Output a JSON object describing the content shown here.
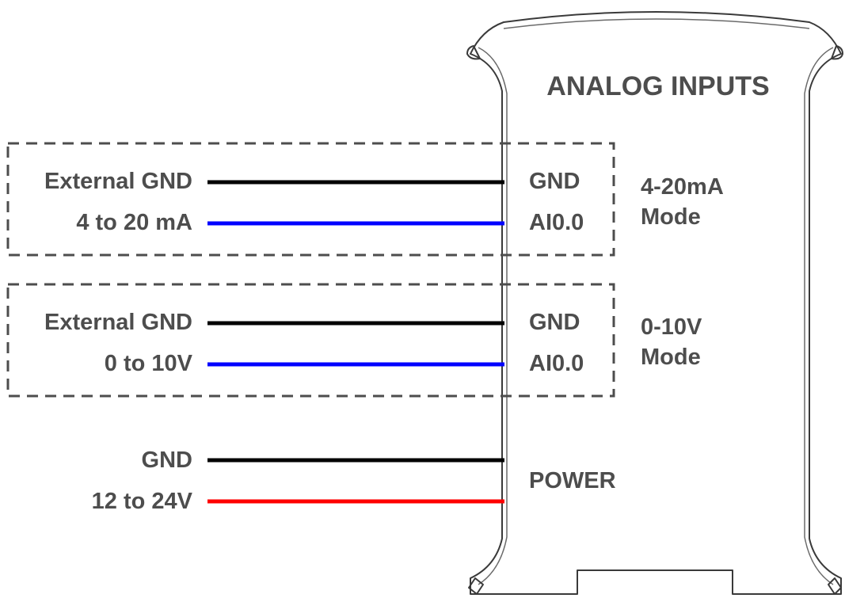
{
  "device": {
    "title": "ANALOG INPUTS"
  },
  "groups": [
    {
      "mode_line1": "4-20mA",
      "mode_line2": "Mode",
      "wires": [
        {
          "left_label": "External GND",
          "right_label": "GND",
          "color": "#000000"
        },
        {
          "left_label": "4 to 20 mA",
          "right_label": "AI0.0",
          "color": "#0000ff"
        }
      ]
    },
    {
      "mode_line1": "0-10V",
      "mode_line2": "Mode",
      "wires": [
        {
          "left_label": "External GND",
          "right_label": "GND",
          "color": "#000000"
        },
        {
          "left_label": "0 to 10V",
          "right_label": "AI0.0",
          "color": "#0000ff"
        }
      ]
    }
  ],
  "power": {
    "label": "POWER",
    "wires": [
      {
        "left_label": "GND",
        "color": "#000000"
      },
      {
        "left_label": "12 to 24V",
        "color": "#ff0000"
      }
    ]
  },
  "colors": {
    "text": "#4d4d4d",
    "outline": "#3a3a3a",
    "ground_wire": "#000000",
    "signal_wire": "#0000ff",
    "supply_wire": "#ff0000"
  }
}
